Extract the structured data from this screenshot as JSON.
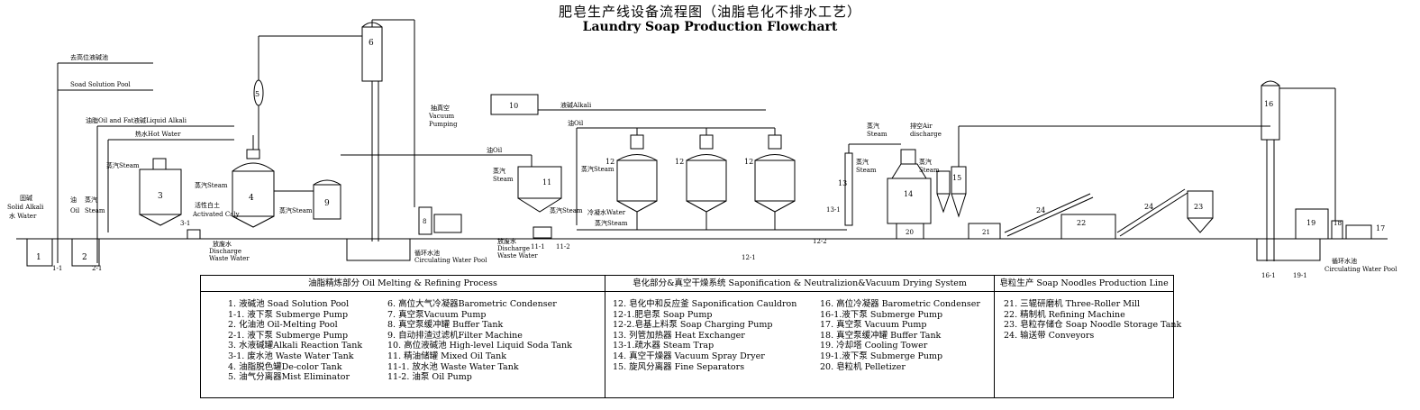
{
  "title_cn": "肥皂生产线设备流程图（油脂皂化不排水工艺）",
  "title_en": "Laundry Soap Production Flowchart",
  "equipment_numbers": [
    "1",
    "1-1",
    "2",
    "2-1",
    "3",
    "3-1",
    "4",
    "5",
    "6",
    "8",
    "9",
    "10",
    "11",
    "11-1",
    "11-2",
    "12",
    "12",
    "12",
    "12-1",
    "12-2",
    "13",
    "13-1",
    "14",
    "15",
    "16",
    "16-1",
    "17",
    "18",
    "19",
    "19-1",
    "20",
    "21",
    "22",
    "23",
    "24",
    "24"
  ],
  "flow_labels": {
    "soda_pool": "去高位液碱池",
    "soda_pool_en": "Soad Solution Pool",
    "oil_fat": "油脂Oil and Fat",
    "liquid_alkali": "液碱Liquid Alkali",
    "hot_water": "热水Hot Water",
    "solid_alkali_cn": "固碱",
    "solid_alkali_en": "Solid Alkali",
    "water": "水 Water",
    "oil_cn": "油",
    "oil_en": "Oil",
    "steam_cn": "蒸汽",
    "steam_en": "Steam",
    "steam_steam": "蒸汽Steam",
    "activated_clay": "Activated Caly",
    "activated_clay_cn": "活性白土",
    "discharge_cn": "放废水",
    "discharge_en1": "Discharge",
    "discharge_en2": "Waste Water",
    "circ_pool_cn": "循环水池",
    "circ_pool_en": "Circulating Water Pool",
    "vacuum_cn": "抽真空",
    "vacuum_en1": "Vacuum",
    "vacuum_en2": "Pumping",
    "oil_line": "油Oil",
    "oil_line2": "油Oil",
    "alkali_line": "液碱Alkali",
    "cooling_water": "冷凝水Water",
    "steam_short": "蒸汽Steam",
    "air_cn": "排空Air",
    "air_en": "discharge",
    "steam_13_cn": "蒸汽",
    "steam_13_en": "Steam",
    "circ_pool2_cn": "循环水池",
    "circ_pool2_en": "Circulating Water Pool"
  },
  "legend": {
    "sections": [
      {
        "header": "油脂精炼部分 Oil Melting & Refining Process",
        "columns": [
          [
            "1.    液碱池 Soad Solution Pool",
            "1-1. 液下泵 Submerge Pump",
            "2.    化油池 Oil-Melting Pool",
            "2-1. 液下泵 Submerge Pump",
            "3.    水液碱罐Alkali Reaction Tank",
            "3-1. 废水池 Waste Water Tank",
            "4.    油脂脱色罐De-color Tank",
            "5.    油气分离器Mist Eliminator"
          ],
          [
            "6.     高位大气冷凝器Barometric Condenser",
            "7.     真空泵Vacuum Pump",
            "8.     真空泵缓冲罐 Buffer Tank",
            "9.     自动排渣过滤机Filter Machine",
            "10.    高位液碱池 High-level Liquid Soda Tank",
            "11.    精油储罐 Mixed Oil Tank",
            "11-1. 放水池 Waste Water Tank",
            "11-2. 油泵 Oil Pump"
          ]
        ]
      },
      {
        "header": "皂化部分&真空干燥系统 Saponification & Neutralizion&Vacuum Drying System",
        "columns": [
          [
            "12.  皂化中和反应釜 Saponification  Cauldron",
            "12-1.肥皂泵 Soap Pump",
            "12-2.皂基上料泵  Soap Charging Pump",
            "13.  列管加热器 Heat Exchanger",
            "13-1.疏水器 Steam Trap",
            "14.  真空干燥器 Vacuum Spray Dryer",
            "15.  旋风分离器 Fine Separators"
          ],
          [
            "16. 高位冷凝器 Barometric Condenser",
            "16-1.液下泵 Submerge Pump",
            "17.  真空泵 Vacuum Pump",
            "18. 真空泵缓冲罐 Buffer Tank",
            "19. 冷却塔 Cooling Tower",
            "19-1.液下泵 Submerge Pump",
            "20. 皂粒机 Pelletizer"
          ]
        ]
      },
      {
        "header": "皂粒生产 Soap Noodles Production Line",
        "columns": [
          [
            "21.  三辊研磨机 Three-Roller Mill",
            "22.  精制机  Refining Machine",
            "23. 皂粒存储仓 Soap Noodle Storage Tank",
            "24. 输送带 Conveyors"
          ]
        ]
      }
    ]
  }
}
